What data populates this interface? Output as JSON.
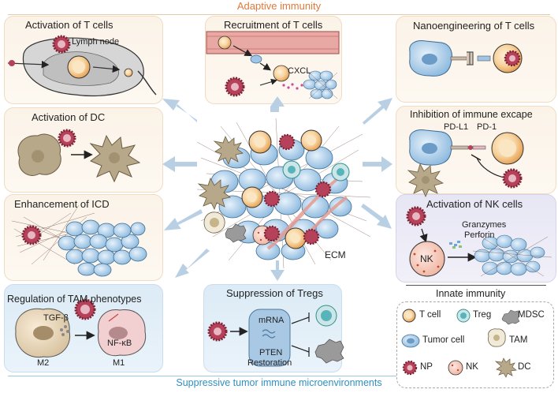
{
  "header": {
    "title": "Adaptive immunity",
    "title_color": "#e07a3c"
  },
  "footer": {
    "title": "Suppressive tumor immune microenvironments",
    "title_color": "#2f8fbf"
  },
  "colors": {
    "arrow": "#b9cfe4",
    "panel_warm": "#fbf3e8",
    "panel_cool": "#dcebf6",
    "panel_lilac": "#e7e6f4",
    "tcell": "#f5c98a",
    "tumor": "#9fc6e6",
    "nk": "#f3c2b4",
    "np": "#b6415a"
  },
  "panels": {
    "activation_t": {
      "title": "Activation of T cells",
      "lymph_node": "Lymph node"
    },
    "activation_dc": {
      "title": "Activation of DC"
    },
    "icd": {
      "title": "Enhancement of ICD"
    },
    "tam": {
      "title": "Regulation of TAM phenotypes",
      "tgf": "TGF-β",
      "nfkb": "NF-κB",
      "m2": "M2",
      "m1": "M1"
    },
    "recruitment": {
      "title": "Recruitment of  T cells",
      "cxcl": "CXCL"
    },
    "tregs": {
      "title": "Suppression of Tregs",
      "mrna": "mRNA",
      "pten": "PTEN",
      "restoration": "Restoration"
    },
    "nanoeng": {
      "title": "Nanoengineering of T cells"
    },
    "escape": {
      "title": "Inhibition of immune excape",
      "pdl1": "PD-L1",
      "pd1": "PD-1"
    },
    "nk": {
      "title": "Activation of NK cells",
      "granzymes": "Granzymes",
      "perforin": "Perforin",
      "nk_label": "NK"
    }
  },
  "center": {
    "ecm": "ECM"
  },
  "legend": {
    "title": "Innate immunity",
    "items": [
      {
        "name": "tcell",
        "label": "T cell"
      },
      {
        "name": "treg",
        "label": "Treg"
      },
      {
        "name": "mdsc",
        "label": "MDSC"
      },
      {
        "name": "tumor",
        "label": "Tumor cell"
      },
      {
        "name": "tam",
        "label": "TAM"
      },
      {
        "name": "np",
        "label": "NP"
      },
      {
        "name": "nk",
        "label": "NK"
      },
      {
        "name": "dc",
        "label": "DC"
      }
    ]
  }
}
